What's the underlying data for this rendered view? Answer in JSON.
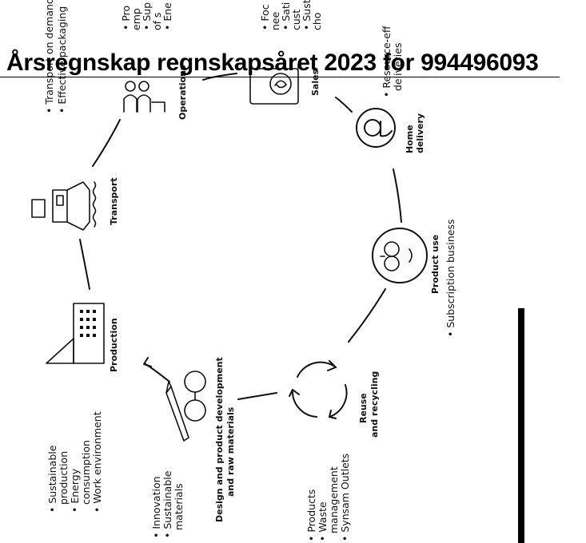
{
  "header": {
    "title": "Årsregnskap regnskapsåret 2023 for 994496093"
  },
  "nodes": {
    "operations": {
      "title": "Operations",
      "items": [
        "Transport on demand",
        "Effective packaging"
      ],
      "top_items": [
        "Pro",
        "emp",
        "Sup",
        "of s",
        "Ene"
      ]
    },
    "sales": {
      "title": "Sales",
      "top_items": [
        "Foc",
        "nee",
        "Sati",
        "cust",
        "Sust",
        "cho"
      ],
      "items": [
        "Resource-eff",
        "deliveries"
      ]
    },
    "home_delivery": {
      "title_line1": "Home",
      "title_line2": "delivery"
    },
    "transport": {
      "title": "Transport"
    },
    "product_use": {
      "title": "Product use",
      "items": [
        "Subscription business"
      ]
    },
    "production": {
      "title": "Production",
      "items": [
        "Sustainable",
        "production",
        "Energy",
        "consumption",
        "Work environment"
      ]
    },
    "design": {
      "title_line1": "Design and product development",
      "title_line2": "and raw materials",
      "items": [
        "Innovation",
        "Sustainable",
        "materials"
      ]
    },
    "reuse": {
      "title_line1": "Reuse",
      "title_line2": "and recycling",
      "items": [
        "Products",
        "Waste",
        "management",
        "Synsam Outlets"
      ]
    }
  }
}
